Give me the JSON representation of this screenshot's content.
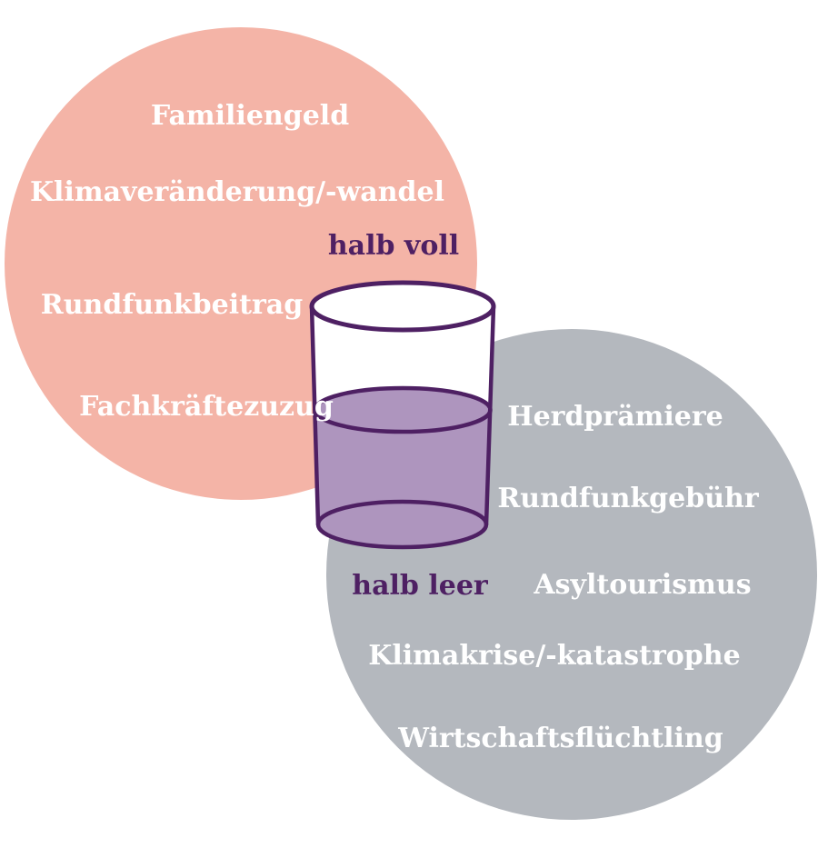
{
  "diagram_title": "Glas halb voll / halb leer Framing-Diagramm",
  "colors": {
    "pink_circle": "#f4b4a7",
    "gray_circle": "#b4b8be",
    "liquid": "#ae95be",
    "outline": "#4e2063",
    "glass_fill": "#ffffff",
    "label_text": "#ffffff"
  },
  "glass": {
    "label_top": "halb voll",
    "label_bottom": "halb leer"
  },
  "optimist_circle": {
    "items": [
      "Familiengeld",
      "Klimaveränderung/-wandel",
      "Rundfunkbeitrag",
      "Fachkräftezuzug"
    ]
  },
  "pessimist_circle": {
    "items": [
      "Herdprämiere",
      "Rundfunkgebühr",
      "Asyltourismus",
      "Klimakrise/-katastrophe",
      "Wirtschaftsflüchtling"
    ]
  }
}
